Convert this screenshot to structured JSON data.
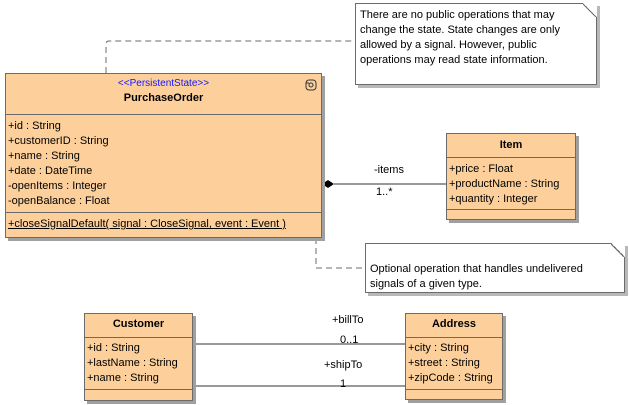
{
  "notes": {
    "state_note": [
      "There are no public operations that may",
      "change the state. State changes are only",
      "allowed by a signal. However, public",
      "operations may read state information."
    ],
    "operation_note": [
      "Optional operation that handles undelivered",
      "signals of a given type."
    ]
  },
  "purchase_order": {
    "stereotype": "<<PersistentState>>",
    "name": "PurchaseOrder",
    "attributes": [
      "+id : String",
      "+customerID : String",
      "+name : String",
      "+date : DateTime",
      "-openItems : Integer",
      "-openBalance : Float"
    ],
    "operation": "+closeSignalDefault( signal : CloseSignal, event : Event )"
  },
  "item": {
    "name": "Item",
    "attributes": [
      "+price : Float",
      "+productName : String",
      "+quantity : Integer"
    ]
  },
  "customer": {
    "name": "Customer",
    "attributes": [
      "+id : String",
      "+lastName : String",
      "+name : String"
    ]
  },
  "address": {
    "name": "Address",
    "attributes": [
      "+city : String",
      "+street : String",
      "+zipCode : String"
    ]
  },
  "associations": {
    "items_role": "-items",
    "items_mult": "1..*",
    "billto_role": "+billTo",
    "billto_mult": "0..1",
    "shipto_role": "+shipTo",
    "shipto_mult": "1"
  },
  "icons": {
    "state_icon": "state-machine-icon",
    "composition": "filled-diamond"
  },
  "colors": {
    "class_fill": "#fdd09b",
    "stereotype": "#1414ff",
    "border": "#6b6b6b"
  }
}
